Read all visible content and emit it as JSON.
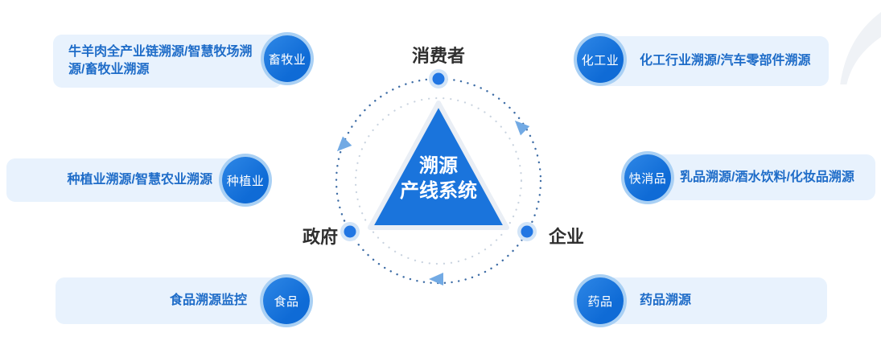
{
  "title": "溯源产线系统",
  "center": {
    "triangle": {
      "line1": "溯源",
      "line2": "产线系统"
    },
    "nodes": {
      "top": "消费者",
      "bottom_left": "政府",
      "bottom_right": "企业"
    }
  },
  "industries": {
    "left": [
      {
        "badge": "畜牧业",
        "text": "牛羊肉全产业链溯源/智慧牧场溯源/畜牧业溯源"
      },
      {
        "badge": "种植业",
        "text": "种植业溯源/智慧农业溯源"
      },
      {
        "badge": "食品",
        "text": "食品溯源监控"
      }
    ],
    "right": [
      {
        "badge": "化工业",
        "text": "化工行业溯源/汽车零部件溯源"
      },
      {
        "badge": "快消品",
        "text": "乳品溯源/酒水饮料/化妆品溯源"
      },
      {
        "badge": "药品",
        "text": "药品溯源"
      }
    ]
  },
  "colors": {
    "accent": "#1677dd",
    "accent_light": "#a9d0f4",
    "card_bg": "#e8f2fd",
    "card_text": "#1e6cc8",
    "label_text": "#2f2f2f",
    "dot_dark": "#3e6da6",
    "dot_light": "#c9d3df",
    "node_fill": "#2176e3",
    "node_halo": "#d2e4f7",
    "arrow": "#72aae4",
    "triangle_fill": "#1a74dc",
    "triangle_border": "#e9eef5",
    "swoosh": "#eff2f6"
  }
}
